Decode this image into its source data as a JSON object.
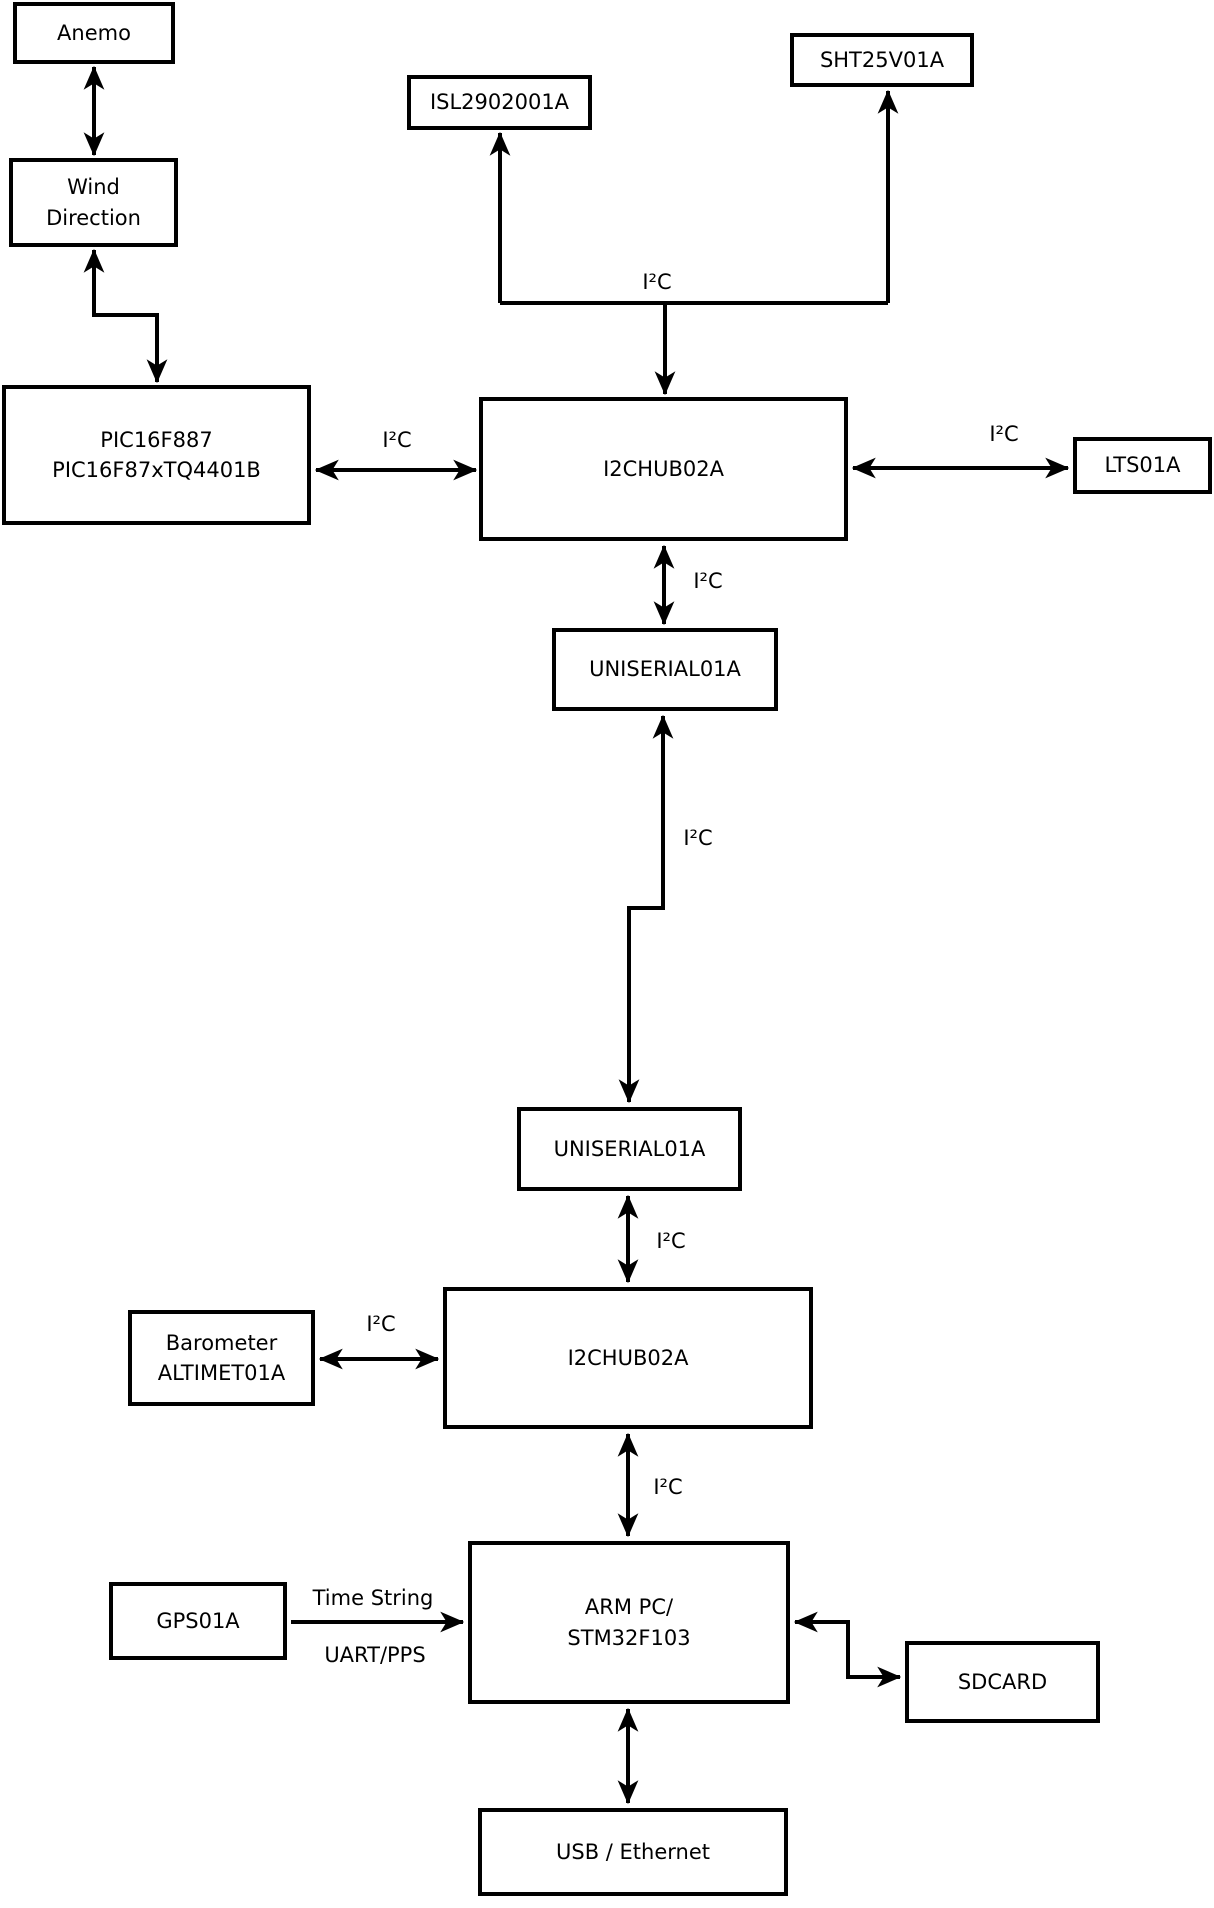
{
  "nodes": {
    "anemo": {
      "label": "Anemo"
    },
    "wind_direction": {
      "label": "Wind",
      "label2": "Direction"
    },
    "pic": {
      "label": "PIC16F887",
      "label2": "PIC16F87xTQ4401B"
    },
    "isl": {
      "label": "ISL2902001A"
    },
    "sht": {
      "label": "SHT25V01A"
    },
    "i2c_hub_top": {
      "label": "I2CHUB02A"
    },
    "lts": {
      "label": "LTS01A"
    },
    "uniserial_top": {
      "label": "UNISERIAL01A"
    },
    "uniserial_bottom": {
      "label": "UNISERIAL01A"
    },
    "i2c_hub_bottom": {
      "label": "I2CHUB02A"
    },
    "barometer": {
      "label": "Barometer",
      "label2": "ALTIMET01A"
    },
    "gps": {
      "label": "GPS01A"
    },
    "arm_pc": {
      "label": "ARM PC/",
      "label2": "STM32F103"
    },
    "sdcard": {
      "label": "SDCARD"
    },
    "usb_ethernet": {
      "label": "USB / Ethernet"
    }
  },
  "edge_labels": {
    "i2c": "I²C",
    "time_string": "Time String",
    "uart_pps": "UART/PPS"
  },
  "edges": [
    {
      "from": "anemo",
      "to": "wind_direction",
      "arrows": "both"
    },
    {
      "from": "wind_direction",
      "to": "pic",
      "arrows": "both"
    },
    {
      "from": "i2c_bus_top",
      "to": "isl",
      "arrows": "end"
    },
    {
      "from": "i2c_bus_top",
      "to": "sht",
      "arrows": "end"
    },
    {
      "from": "i2c_bus_top",
      "to": "i2c_hub_top",
      "arrows": "end",
      "label": "I²C"
    },
    {
      "from": "pic",
      "to": "i2c_hub_top",
      "arrows": "both",
      "label": "I²C"
    },
    {
      "from": "i2c_hub_top",
      "to": "lts",
      "arrows": "both",
      "label": "I²C"
    },
    {
      "from": "i2c_hub_top",
      "to": "uniserial_top",
      "arrows": "both",
      "label": "I²C"
    },
    {
      "from": "uniserial_top",
      "to": "uniserial_bottom",
      "arrows": "both",
      "label": "I²C"
    },
    {
      "from": "uniserial_bottom",
      "to": "i2c_hub_bottom",
      "arrows": "both",
      "label": "I²C"
    },
    {
      "from": "barometer",
      "to": "i2c_hub_bottom",
      "arrows": "both",
      "label": "I²C"
    },
    {
      "from": "i2c_hub_bottom",
      "to": "arm_pc",
      "arrows": "both",
      "label": "I²C"
    },
    {
      "from": "gps",
      "to": "arm_pc",
      "arrows": "end",
      "label_above": "Time String",
      "label_below": "UART/PPS"
    },
    {
      "from": "arm_pc",
      "to": "sdcard",
      "arrows": "both"
    },
    {
      "from": "arm_pc",
      "to": "usb_ethernet",
      "arrows": "both"
    }
  ],
  "colors": {
    "line": "#000000",
    "background": "#ffffff",
    "box_fill": "#ffffff",
    "text": "#000000"
  }
}
